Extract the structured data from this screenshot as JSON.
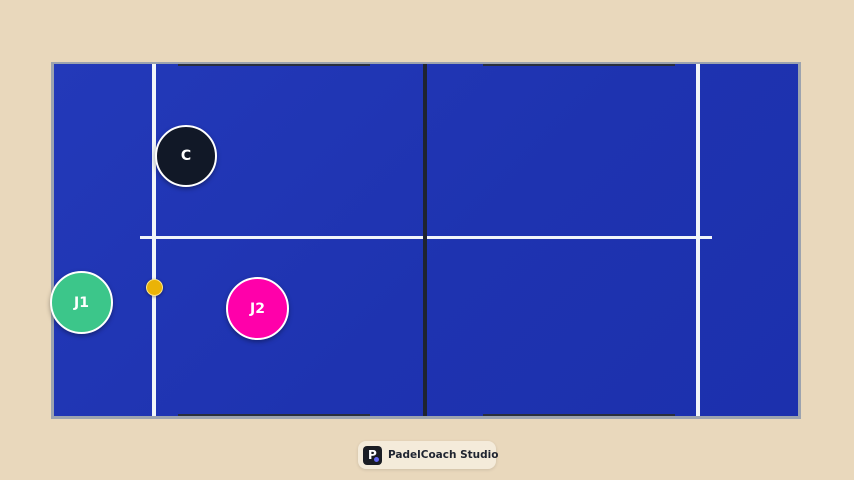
{
  "court": {
    "surface_color": "#2339B9",
    "line_color": "#F1F5F9",
    "net_color": "#1F2430",
    "frame_color": "#9CA3AF"
  },
  "players": [
    {
      "id": "coach",
      "label": "C",
      "color": "#111827"
    },
    {
      "id": "j1",
      "label": "J1",
      "color": "#3CC68A"
    },
    {
      "id": "j2",
      "label": "J2",
      "color": "#FF00AA"
    }
  ],
  "ball": {
    "color": "#EAB308"
  },
  "brand": {
    "name": "PadelCoach Studio",
    "logo_icon": "padelcoach-logo-icon"
  },
  "background_color": "#E9D8BC"
}
